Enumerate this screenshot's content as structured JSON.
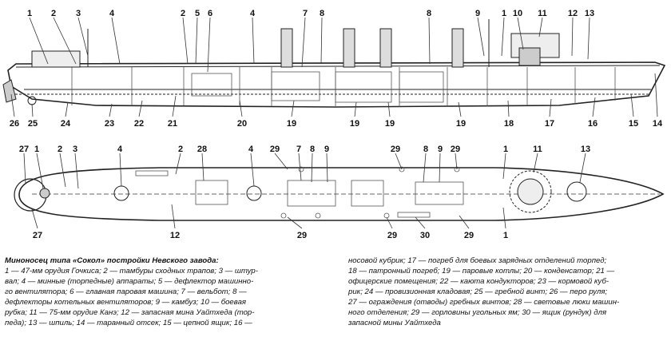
{
  "side_labels": [
    "1",
    "2",
    "3",
    "4",
    "2",
    "5",
    "6",
    "4",
    "7",
    "8",
    "8",
    "9",
    "1",
    "10",
    "11",
    "12",
    "13",
    "26",
    "25",
    "24",
    "23",
    "22",
    "21",
    "20",
    "19",
    "19",
    "19",
    "19",
    "18",
    "17",
    "16",
    "15",
    "14"
  ],
  "plan_labels": [
    "27",
    "1",
    "2",
    "3",
    "4",
    "2",
    "28",
    "4",
    "29",
    "7",
    "8",
    "9",
    "29",
    "8",
    "9",
    "29",
    "1",
    "11",
    "13",
    "27",
    "12",
    "29",
    "29",
    "30",
    "29",
    "1"
  ],
  "legend": {
    "title": "Миноносец типа «Сокол» постройки Невского завода:",
    "left_lines": [
      "1 — 47-мм орудия Гочкиса; 2 — тамбуры сходных трапов; 3 — штур-",
      "вал; 4 — минные (торпедные) аппараты; 5 — дефлектор машинно-",
      "го вентилятора; 6 — главная паровая машина; 7 — вельбот; 8 —",
      "дефлекторы котельных вентиляторов; 9 — камбуз; 10 — боевая",
      "рубка; 11 — 75-мм орудие Канэ; 12 — запасная мина Уайтхеда (тор-",
      "педа); 13 — шпиль; 14 — таранный отсек; 15 — цепной ящик; 16 —"
    ],
    "right_lines": [
      "носовой кубрик; 17 — погреб для боевых зарядных отделений торпед;",
      "18 — патронный погреб; 19 — паровые котлы; 20 — конденсатор; 21 —",
      "офицерские помещения; 22 — каюта кондукторов; 23 — кормовой куб-",
      "рик; 24 — провизионная кладовая; 25 — гребной винт; 26 — перо руля;",
      "27 — ограждения (отводы) гребных винтов; 28 — световые люки машин-",
      "ного отделения; 29 — горловины угольных ям; 30 — ящик (рундук) для",
      "запасной мины Уайтхеда"
    ]
  }
}
